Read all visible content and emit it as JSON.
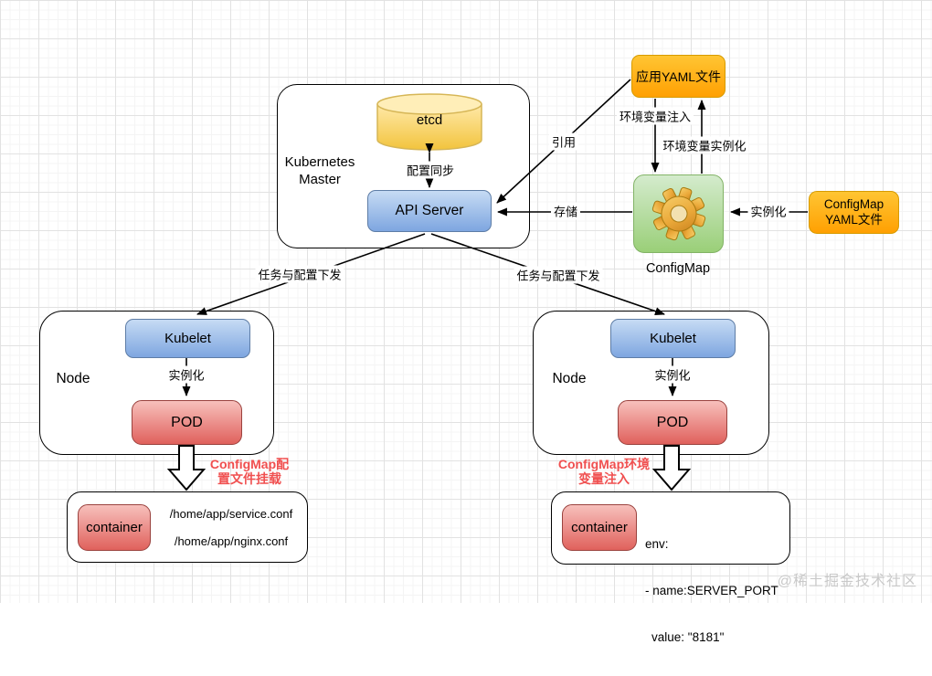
{
  "watermark": "@稀土掘金技术社区",
  "master": {
    "title_line1": "Kubernetes",
    "title_line2": "Master",
    "etcd_label": "etcd",
    "api_server_label": "API Server",
    "sync_label": "配置同步"
  },
  "app_yaml": {
    "label": "应用YAML文件"
  },
  "configmap": {
    "caption": "ConfigMap"
  },
  "configmap_yaml": {
    "line1": "ConfigMap",
    "line2": "YAML文件"
  },
  "edges": {
    "reference": "引用",
    "store": "存储",
    "env_inject": "环境变量注入",
    "env_instantiate": "环境变量实例化",
    "cm_instantiate": "实例化",
    "dispatch_left": "任务与配置下发",
    "dispatch_right": "任务与配置下发"
  },
  "node_left": {
    "title": "Node",
    "kubelet_label": "Kubelet",
    "instantiate_label": "实例化",
    "pod_label": "POD",
    "annotation_line1": "ConfigMap配",
    "annotation_line2": "置文件挂载",
    "container_label": "container",
    "file1": "/home/app/service.conf",
    "file2": "/home/app/nginx.conf"
  },
  "node_right": {
    "title": "Node",
    "kubelet_label": "Kubelet",
    "instantiate_label": "实例化",
    "pod_label": "POD",
    "annotation_line1": "ConfigMap环境",
    "annotation_line2": "变量注入",
    "container_label": "container",
    "env_line1": "env:",
    "env_line2": "- name:SERVER_PORT",
    "env_line3": "value: \"8181\""
  },
  "colors": {
    "blue_fill_top": "#c6dbf4",
    "blue_fill_bottom": "#7ea6e0",
    "blue_border": "#5e7da6",
    "red_fill_top": "#f7c0bc",
    "red_fill_bottom": "#e0615c",
    "red_border": "#9a423e",
    "orange_fill_top": "#ffc533",
    "orange_fill_bottom": "#ffa002",
    "orange_border": "#d79b00",
    "green_fill_top": "#d4ebcd",
    "green_fill_bottom": "#9acf78",
    "green_border": "#82b366",
    "etcd_fill": "#fad46b",
    "annotation_red": "#f04f4f",
    "watermark_gray": "#c9c9c9"
  }
}
